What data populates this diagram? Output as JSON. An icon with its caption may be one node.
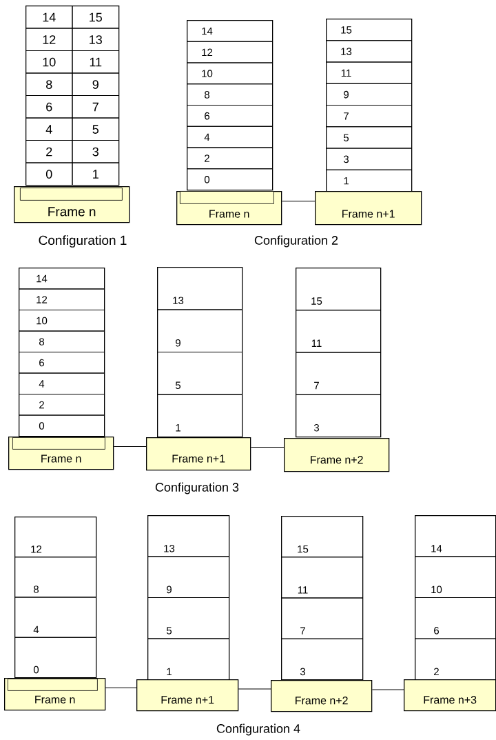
{
  "diagram": {
    "nodes": [
      {
        "text": [],
        "shape": "box"
      },
      {
        "text": [
          "14"
        ],
        "in": 0
      },
      {
        "text": [
          "15"
        ],
        "in": 0
      },
      {
        "text": [
          "12"
        ],
        "in": 0
      },
      {
        "text": [
          "13"
        ],
        "in": 0
      },
      {
        "text": [
          "10"
        ],
        "in": 0
      },
      {
        "text": [
          "11"
        ],
        "in": 0
      },
      {
        "text": [
          "8"
        ],
        "in": 0
      },
      {
        "text": [
          "9"
        ],
        "in": 0
      },
      {
        "text": [
          "6"
        ],
        "in": 0
      },
      {
        "text": [
          "7"
        ],
        "in": 0
      },
      {
        "text": [
          "4"
        ],
        "in": 0
      },
      {
        "text": [
          "5"
        ],
        "in": 0
      },
      {
        "text": [
          "2"
        ],
        "in": 0
      },
      {
        "text": [
          "3"
        ],
        "in": 0
      },
      {
        "text": [
          "0"
        ],
        "in": 0
      },
      {
        "text": [
          "1"
        ],
        "in": 0
      },
      {
        "text": [
          "Frame n"
        ]
      },
      {
        "text": [],
        "shape": "box",
        "in": 17
      },
      {
        "text": [],
        "shape": "box"
      },
      {
        "text": [
          "14"
        ],
        "in": 19
      },
      {
        "text": [
          "12"
        ],
        "in": 19
      },
      {
        "text": [
          "10"
        ],
        "in": 19
      },
      {
        "text": [
          "8"
        ],
        "in": 19
      },
      {
        "text": [
          "6"
        ],
        "in": 19
      },
      {
        "text": [
          "4"
        ],
        "in": 19
      },
      {
        "text": [
          "2"
        ],
        "in": 19
      },
      {
        "text": [
          "0"
        ],
        "in": 19
      },
      {
        "text": [
          "Frame n"
        ]
      },
      {
        "text": [],
        "shape": "box",
        "in": 28
      },
      {
        "text": [],
        "shape": "box"
      },
      {
        "text": [
          "15"
        ],
        "in": 30
      },
      {
        "text": [
          "13"
        ],
        "in": 30
      },
      {
        "text": [
          "11"
        ],
        "in": 30
      },
      {
        "text": [
          "9"
        ],
        "in": 30
      },
      {
        "text": [
          "7"
        ],
        "in": 30
      },
      {
        "text": [
          "5"
        ],
        "in": 30
      },
      {
        "text": [
          "3"
        ],
        "in": 30
      },
      {
        "text": [
          "1"
        ],
        "in": 30
      },
      {
        "text": [
          "Frame n+1"
        ]
      },
      {
        "text": [],
        "shape": "box"
      },
      {
        "text": [
          "14"
        ],
        "in": 40
      },
      {
        "text": [
          "12"
        ],
        "in": 40
      },
      {
        "text": [
          "10"
        ],
        "in": 40
      },
      {
        "text": [
          "8"
        ],
        "in": 40
      },
      {
        "text": [
          "6"
        ],
        "in": 40
      },
      {
        "text": [
          "4"
        ],
        "in": 40
      },
      {
        "text": [
          "2"
        ],
        "in": 40
      },
      {
        "text": [
          "0"
        ],
        "in": 40
      },
      {
        "text": [
          "Frame n"
        ]
      },
      {
        "text": [],
        "shape": "box",
        "in": 49
      },
      {
        "text": [],
        "shape": "box"
      },
      {
        "text": [
          "13"
        ],
        "in": 51
      },
      {
        "text": [
          "9"
        ],
        "in": 51
      },
      {
        "text": [
          "5"
        ],
        "in": 51
      },
      {
        "text": [
          "1"
        ],
        "in": 51
      },
      {
        "text": [
          "Frame n+1"
        ]
      },
      {
        "text": [],
        "shape": "box"
      },
      {
        "text": [
          "15"
        ],
        "in": 57
      },
      {
        "text": [
          "11"
        ],
        "in": 57
      },
      {
        "text": [
          "7"
        ],
        "in": 57
      },
      {
        "text": [
          "3"
        ],
        "in": 57
      },
      {
        "text": [
          "Frame n+2"
        ]
      },
      {
        "text": [],
        "shape": "box"
      },
      {
        "text": [
          "12"
        ],
        "in": 63
      },
      {
        "text": [
          "8"
        ],
        "in": 63
      },
      {
        "text": [
          "4"
        ],
        "in": 63
      },
      {
        "text": [
          "0"
        ],
        "in": 63
      },
      {
        "text": [
          "Frame n"
        ]
      },
      {
        "text": [],
        "shape": "box",
        "in": 68
      },
      {
        "text": [],
        "shape": "box"
      },
      {
        "text": [
          "13"
        ],
        "in": 70
      },
      {
        "text": [
          "9"
        ],
        "in": 70
      },
      {
        "text": [
          "5"
        ],
        "in": 70
      },
      {
        "text": [
          "1"
        ],
        "in": 70
      },
      {
        "text": [
          "Frame n+1"
        ]
      },
      {
        "text": [],
        "shape": "box"
      },
      {
        "text": [
          "15"
        ],
        "in": 76
      },
      {
        "text": [
          "11"
        ],
        "in": 76
      },
      {
        "text": [
          "7"
        ],
        "in": 76
      },
      {
        "text": [
          "3"
        ],
        "in": 76
      },
      {
        "text": [
          "Frame n+2"
        ]
      },
      {
        "text": [],
        "shape": "box"
      },
      {
        "text": [
          "14"
        ],
        "in": 82
      },
      {
        "text": [
          "10"
        ],
        "in": 82
      },
      {
        "text": [
          "6"
        ],
        "in": 82
      },
      {
        "text": [
          "2"
        ],
        "in": 82
      },
      {
        "text": [
          "Frame n+3"
        ]
      }
    ],
    "edges": [
      {
        "from": 28,
        "to": 39,
        "arrow": "none"
      },
      {
        "from": 49,
        "to": 56,
        "arrow": "none"
      },
      {
        "from": 56,
        "to": 62,
        "arrow": "none"
      },
      {
        "from": 68,
        "to": 75,
        "arrow": "none"
      },
      {
        "from": 75,
        "to": 81,
        "arrow": "none"
      },
      {
        "from": 81,
        "to": 87,
        "arrow": "none"
      }
    ],
    "labels": [
      "Configuration 1",
      "Configuration 2",
      "Configuration 3",
      "Configuration 4"
    ]
  }
}
